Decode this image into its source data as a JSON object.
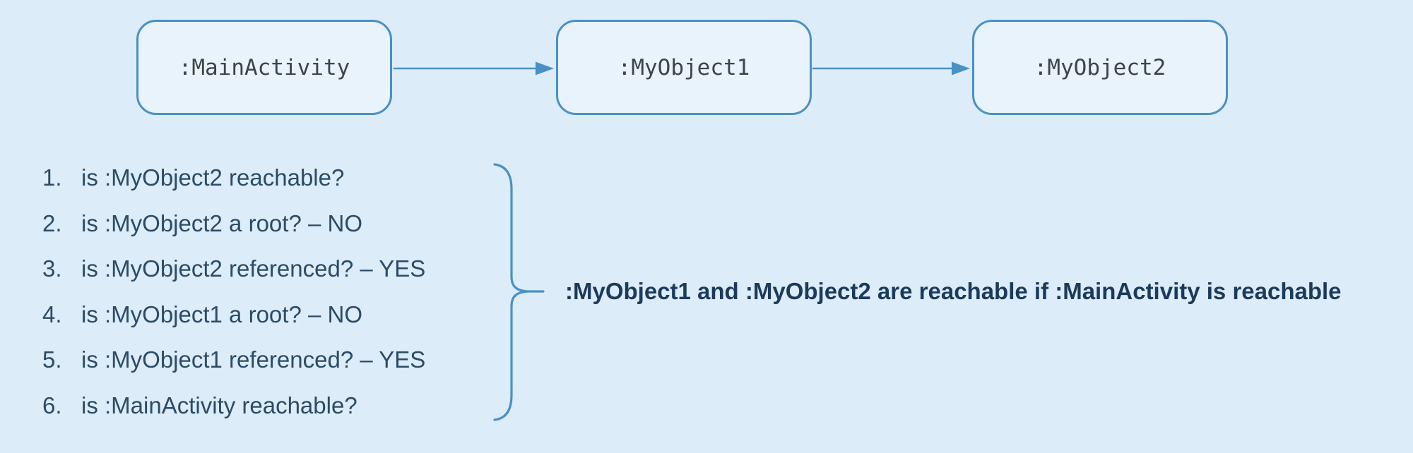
{
  "diagram": {
    "nodes": [
      {
        "id": "main-activity",
        "label": ":MainActivity"
      },
      {
        "id": "my-object-1",
        "label": ":MyObject1"
      },
      {
        "id": "my-object-2",
        "label": ":MyObject2"
      }
    ],
    "edges": [
      {
        "from": ":MainActivity",
        "to": ":MyObject1"
      },
      {
        "from": ":MyObject1",
        "to": ":MyObject2"
      }
    ]
  },
  "questions": {
    "items": [
      {
        "number": "1.",
        "text": "is :MyObject2 reachable?"
      },
      {
        "number": "2.",
        "text": "is :MyObject2 a root? – NO"
      },
      {
        "number": "3.",
        "text": "is :MyObject2 referenced? – YES"
      },
      {
        "number": "4.",
        "text": "is :MyObject1 a root? – NO"
      },
      {
        "number": "5.",
        "text": "is :MyObject1 referenced? – YES"
      },
      {
        "number": "6.",
        "text": "is :MainActivity reachable?"
      }
    ]
  },
  "conclusion": {
    "text": ":MyObject1 and :MyObject2 are reachable if :MainActivity is reachable"
  },
  "colors": {
    "background": "#dcecf8",
    "node_fill": "#e8f3fb",
    "node_border": "#4a90c4",
    "node_text": "#3e4449",
    "list_text": "#2c4b66",
    "conclusion_text": "#1c3a5c",
    "brace": "#4a90c4",
    "arrow": "#4a90c4"
  }
}
